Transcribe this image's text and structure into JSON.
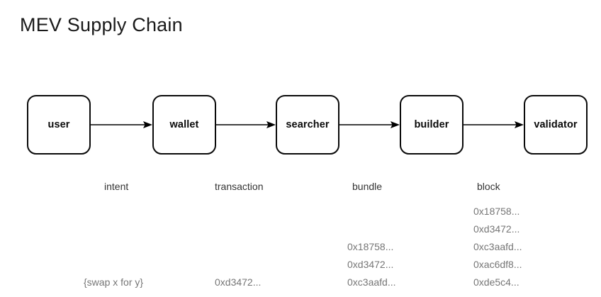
{
  "title": "MEV Supply Chain",
  "diagram": {
    "type": "flow-chain",
    "nodes": [
      {
        "id": "user",
        "label": "user"
      },
      {
        "id": "wallet",
        "label": "wallet"
      },
      {
        "id": "searcher",
        "label": "searcher"
      },
      {
        "id": "builder",
        "label": "builder"
      },
      {
        "id": "validator",
        "label": "validator"
      }
    ],
    "edges": [
      {
        "id": "intent",
        "from": "user",
        "to": "wallet",
        "label": "intent",
        "payload": [
          "{swap x for y}"
        ]
      },
      {
        "id": "transaction",
        "from": "wallet",
        "to": "searcher",
        "label": "transaction",
        "payload": [
          "0xd3472..."
        ]
      },
      {
        "id": "bundle",
        "from": "searcher",
        "to": "builder",
        "label": "bundle",
        "payload": [
          "0x18758...",
          "0xd3472...",
          "0xc3aafd..."
        ]
      },
      {
        "id": "block",
        "from": "builder",
        "to": "validator",
        "label": "block",
        "payload": [
          "0x18758...",
          "0xd3472...",
          "0xc3aafd...",
          "0xac6df8...",
          "0xde5c4..."
        ]
      }
    ]
  },
  "colors": {
    "background": "#ffffff",
    "node_border": "#0a0a0a",
    "node_text": "#0a0a0a",
    "title_text": "#1a1a1a",
    "edge_label_text": "#333333",
    "payload_text": "#767676",
    "arrow": "#000000"
  }
}
